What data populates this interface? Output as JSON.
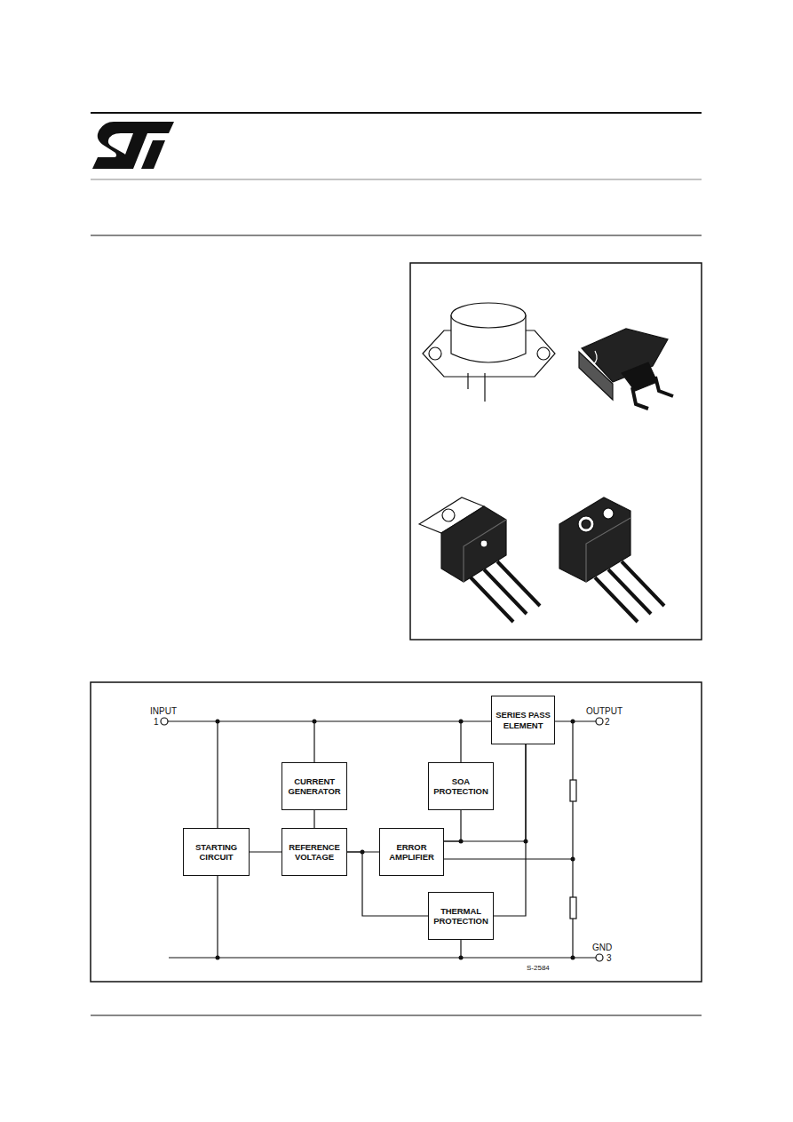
{
  "diagram": {
    "nodes": [
      {
        "text": [
          "SERIES PASS ELEMENT"
        ]
      },
      {
        "text": [
          "CURRENT GENERATOR"
        ]
      },
      {
        "text": [
          "SOA PROTECTION"
        ]
      },
      {
        "text": [
          "STARTING CIRCUIT"
        ]
      },
      {
        "text": [
          "REFERENCE VOLTAGE"
        ]
      },
      {
        "text": [
          "ERROR AMPLIFIER"
        ]
      },
      {
        "text": [
          "THERMAL PROTECTION"
        ]
      }
    ],
    "edges": [
      {
        "from": 1,
        "to": 4,
        "arrow": "none"
      },
      {
        "from": 3,
        "to": 4,
        "arrow": "none"
      },
      {
        "from": 4,
        "to": 5,
        "arrow": "none"
      },
      {
        "from": 5,
        "to": 0,
        "arrow": "none"
      },
      {
        "from": 2,
        "to": 5,
        "arrow": "none"
      },
      {
        "from": 6,
        "to": 0,
        "arrow": "none"
      },
      {
        "from": 4,
        "to": 6,
        "arrow": "none"
      }
    ],
    "labels": [
      "INPUT",
      "1",
      "OUTPUT",
      "2",
      "GND",
      "3",
      "S-2584"
    ]
  }
}
